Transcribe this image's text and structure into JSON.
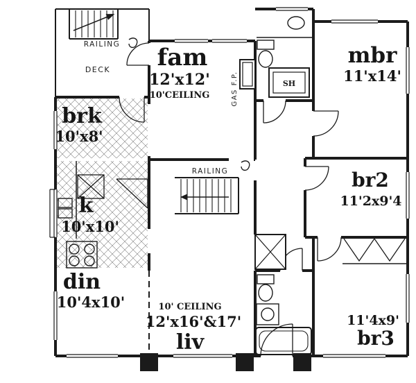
{
  "plan": {
    "rooms": {
      "fam": {
        "name": "fam",
        "dims": "12'x12'",
        "ceiling": "10'CEILING"
      },
      "mbr": {
        "name": "mbr",
        "dims": "11'x14'"
      },
      "brk": {
        "name": "brk",
        "dims": "10'x8'"
      },
      "kitchen": {
        "name": "k",
        "dims": "10'x10'"
      },
      "din": {
        "name": "din",
        "dims": "10'4x10'"
      },
      "liv": {
        "name": "liv",
        "dims": "12'x16'&17'",
        "ceiling": "10' CEILING"
      },
      "br2": {
        "name": "br2",
        "dims": "11'2x9'4"
      },
      "br3": {
        "name": "br3",
        "dims": "11'4x9'"
      }
    },
    "labels": {
      "deck": "DECK",
      "railing_deck": "RAILING",
      "railing_stairs": "RAILING",
      "gas_fireplace": "GAS F.P.",
      "shower": "SH"
    },
    "colors": {
      "ink": "#1b1b1b",
      "paper": "#ffffff"
    }
  }
}
